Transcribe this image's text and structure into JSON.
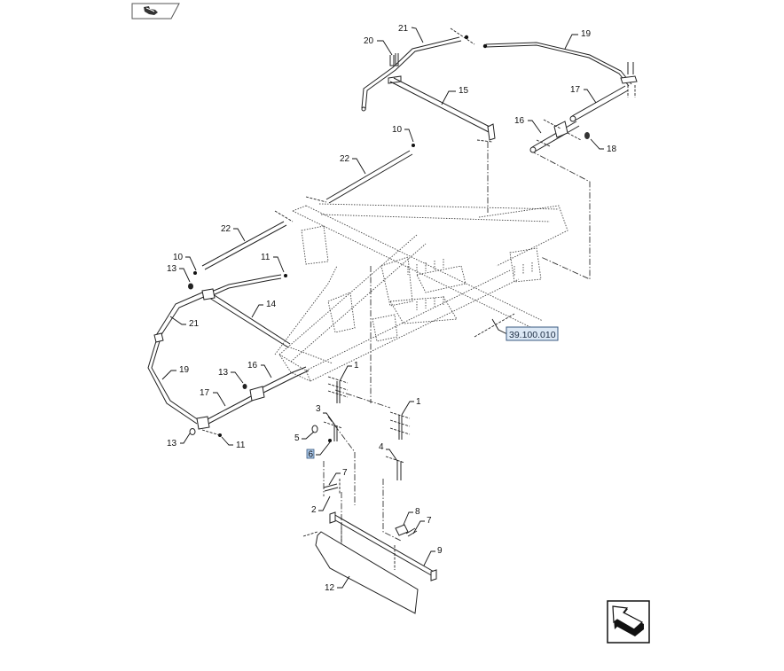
{
  "diagram": {
    "type": "exploded-parts-view",
    "callouts": [
      {
        "id": "c21a",
        "label": "21"
      },
      {
        "id": "c20",
        "label": "20"
      },
      {
        "id": "c19a",
        "label": "19"
      },
      {
        "id": "c15",
        "label": "15"
      },
      {
        "id": "c17a",
        "label": "17"
      },
      {
        "id": "c16a",
        "label": "16"
      },
      {
        "id": "c18",
        "label": "18"
      },
      {
        "id": "c10a",
        "label": "10"
      },
      {
        "id": "c22a",
        "label": "22"
      },
      {
        "id": "c22b",
        "label": "22"
      },
      {
        "id": "c10b",
        "label": "10"
      },
      {
        "id": "c11a",
        "label": "11"
      },
      {
        "id": "c13a",
        "label": "13"
      },
      {
        "id": "c14",
        "label": "14"
      },
      {
        "id": "c21b",
        "label": "21"
      },
      {
        "id": "c19b",
        "label": "19"
      },
      {
        "id": "c13b",
        "label": "13"
      },
      {
        "id": "c16b",
        "label": "16"
      },
      {
        "id": "c17b",
        "label": "17"
      },
      {
        "id": "c13c",
        "label": "13"
      },
      {
        "id": "c11b",
        "label": "11"
      },
      {
        "id": "c1a",
        "label": "1"
      },
      {
        "id": "c1b",
        "label": "1"
      },
      {
        "id": "c3",
        "label": "3"
      },
      {
        "id": "c5",
        "label": "5"
      },
      {
        "id": "c6",
        "label": "6"
      },
      {
        "id": "c4",
        "label": "4"
      },
      {
        "id": "c7a",
        "label": "7"
      },
      {
        "id": "c2",
        "label": "2"
      },
      {
        "id": "c8",
        "label": "8"
      },
      {
        "id": "c7b",
        "label": "7"
      },
      {
        "id": "c9",
        "label": "9"
      },
      {
        "id": "c12",
        "label": "12"
      }
    ],
    "reference_link": {
      "label": "39.100.010"
    },
    "highlighted_callout": "6"
  },
  "navigation": {
    "top_icon": "back-to-index-icon",
    "bottom_icon": "return-arrow-icon"
  },
  "colors": {
    "reference_fill": "#dce8f5",
    "reference_border": "#3a5a80",
    "highlight_fill": "#a9c6e8"
  }
}
